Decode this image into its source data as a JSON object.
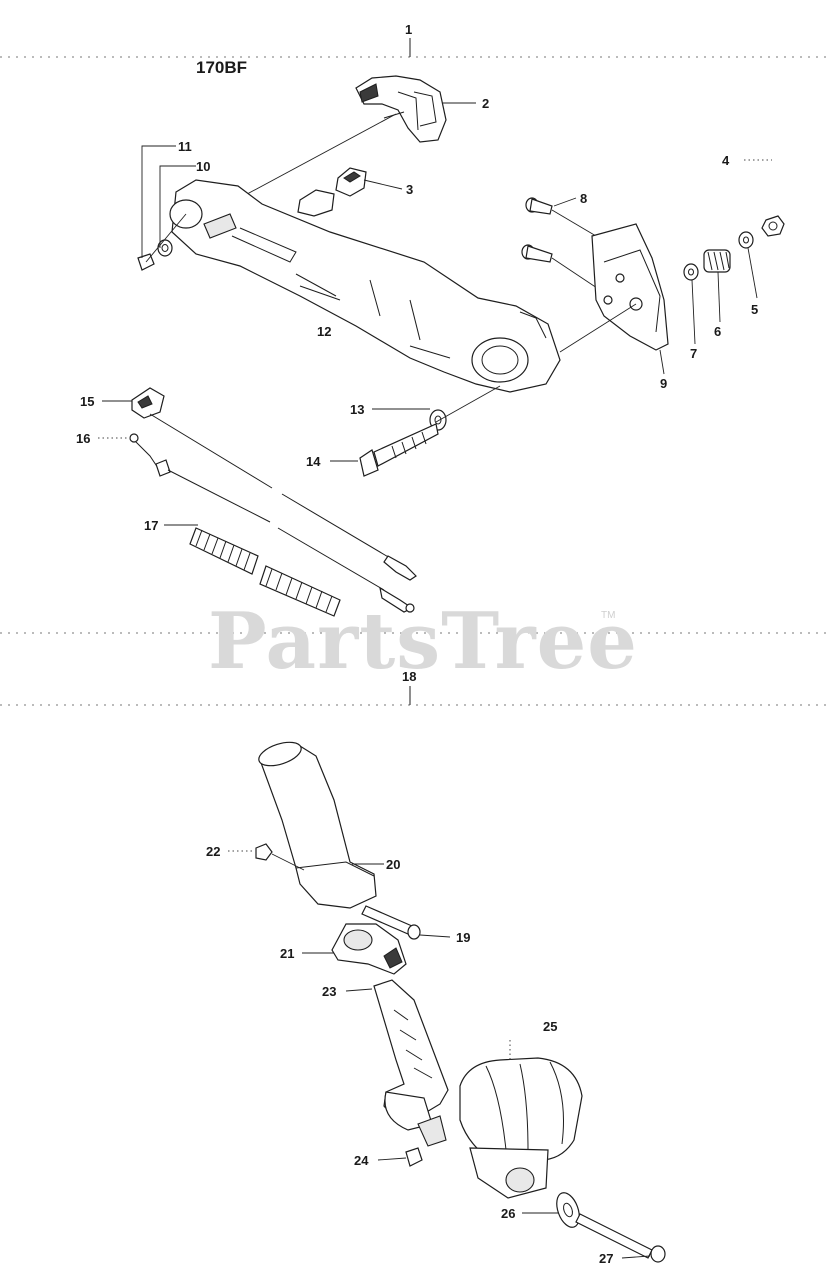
{
  "model": "170BF",
  "watermark": "PartsTree",
  "trademark": "TM",
  "callouts": {
    "p1": "1",
    "p2": "2",
    "p3": "3",
    "p4": "4",
    "p5": "5",
    "p6": "6",
    "p7": "7",
    "p8": "8",
    "p9": "9",
    "p10": "10",
    "p11": "11",
    "p12": "12",
    "p13": "13",
    "p14": "14",
    "p15": "15",
    "p16": "16",
    "p17": "17",
    "p18": "18",
    "p19": "19",
    "p20": "20",
    "p21": "21",
    "p22": "22",
    "p23": "23",
    "p24": "24",
    "p25": "25",
    "p26": "26",
    "p27": "27"
  }
}
